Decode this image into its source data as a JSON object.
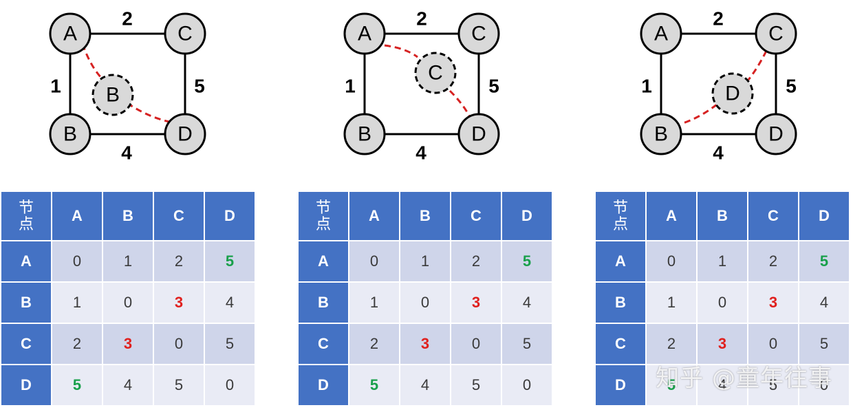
{
  "panels": [
    {
      "nodes": {
        "A": "A",
        "B": "B",
        "C": "C",
        "D": "D"
      },
      "ghost": "B",
      "weights": {
        "ac": "2",
        "ab": "1",
        "cd": "5",
        "bd": "4"
      },
      "table": {
        "corner": [
          "节",
          "点"
        ],
        "cols": [
          "A",
          "B",
          "C",
          "D"
        ],
        "rows": [
          {
            "label": "A",
            "cells": [
              {
                "v": "0"
              },
              {
                "v": "1"
              },
              {
                "v": "2"
              },
              {
                "v": "5",
                "hl": "green"
              }
            ]
          },
          {
            "label": "B",
            "cells": [
              {
                "v": "1"
              },
              {
                "v": "0"
              },
              {
                "v": "3",
                "hl": "red"
              },
              {
                "v": "4"
              }
            ]
          },
          {
            "label": "C",
            "cells": [
              {
                "v": "2"
              },
              {
                "v": "3",
                "hl": "red"
              },
              {
                "v": "0"
              },
              {
                "v": "5"
              }
            ]
          },
          {
            "label": "D",
            "cells": [
              {
                "v": "5",
                "hl": "green"
              },
              {
                "v": "4"
              },
              {
                "v": "5"
              },
              {
                "v": "0"
              }
            ]
          }
        ]
      }
    },
    {
      "nodes": {
        "A": "A",
        "B": "B",
        "C": "C",
        "D": "D"
      },
      "ghost": "C",
      "weights": {
        "ac": "2",
        "ab": "1",
        "cd": "5",
        "bd": "4"
      },
      "table": {
        "corner": [
          "节",
          "点"
        ],
        "cols": [
          "A",
          "B",
          "C",
          "D"
        ],
        "rows": [
          {
            "label": "A",
            "cells": [
              {
                "v": "0"
              },
              {
                "v": "1"
              },
              {
                "v": "2"
              },
              {
                "v": "5",
                "hl": "green"
              }
            ]
          },
          {
            "label": "B",
            "cells": [
              {
                "v": "1"
              },
              {
                "v": "0"
              },
              {
                "v": "3",
                "hl": "red"
              },
              {
                "v": "4"
              }
            ]
          },
          {
            "label": "C",
            "cells": [
              {
                "v": "2"
              },
              {
                "v": "3",
                "hl": "red"
              },
              {
                "v": "0"
              },
              {
                "v": "5"
              }
            ]
          },
          {
            "label": "D",
            "cells": [
              {
                "v": "5",
                "hl": "green"
              },
              {
                "v": "4"
              },
              {
                "v": "5"
              },
              {
                "v": "0"
              }
            ]
          }
        ]
      }
    },
    {
      "nodes": {
        "A": "A",
        "B": "B",
        "C": "C",
        "D": "D"
      },
      "ghost": "D",
      "weights": {
        "ac": "2",
        "ab": "1",
        "cd": "5",
        "bd": "4"
      },
      "table": {
        "corner": [
          "节",
          "点"
        ],
        "cols": [
          "A",
          "B",
          "C",
          "D"
        ],
        "rows": [
          {
            "label": "A",
            "cells": [
              {
                "v": "0"
              },
              {
                "v": "1"
              },
              {
                "v": "2"
              },
              {
                "v": "5",
                "hl": "green"
              }
            ]
          },
          {
            "label": "B",
            "cells": [
              {
                "v": "1"
              },
              {
                "v": "0"
              },
              {
                "v": "3",
                "hl": "red"
              },
              {
                "v": "4"
              }
            ]
          },
          {
            "label": "C",
            "cells": [
              {
                "v": "2"
              },
              {
                "v": "3",
                "hl": "red"
              },
              {
                "v": "0"
              },
              {
                "v": "5"
              }
            ]
          },
          {
            "label": "D",
            "cells": [
              {
                "v": "5",
                "hl": "green"
              },
              {
                "v": "4"
              },
              {
                "v": "5"
              },
              {
                "v": "0"
              }
            ]
          }
        ]
      }
    }
  ],
  "watermark": "知乎 @童年往事",
  "colors": {
    "header": "#4472c4",
    "row_odd": "#cfd5ea",
    "row_even": "#e9ebf5",
    "highlight_red": "#e0201e",
    "highlight_green": "#19a04b",
    "path_dash": "#d62222"
  }
}
